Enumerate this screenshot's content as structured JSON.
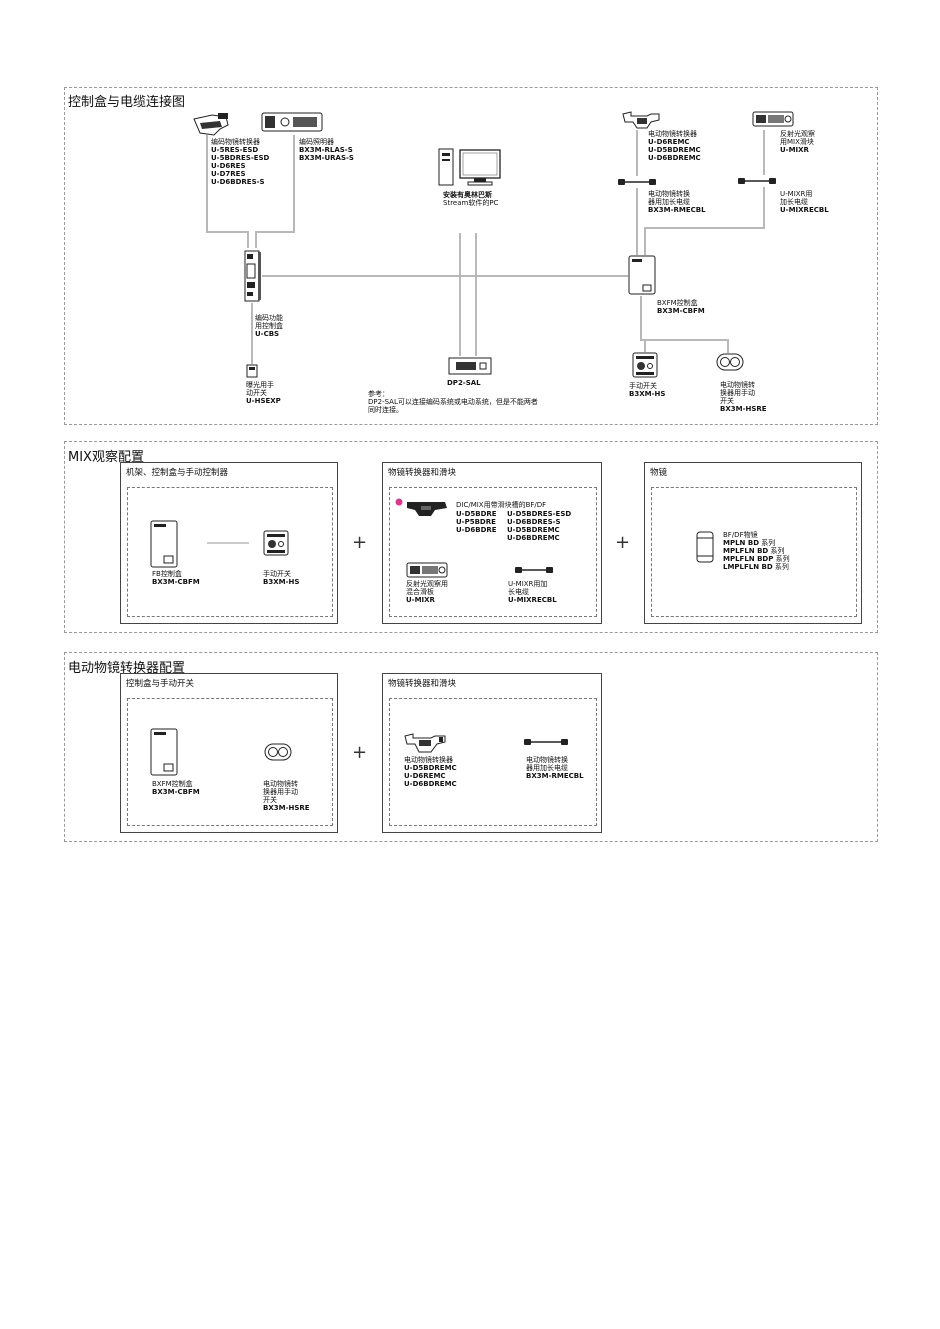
{
  "sections": {
    "connection": {
      "title": "控制盒与电缆连接图",
      "labels": {
        "converter_main": {
          "name": "编码物镜转换器",
          "models": [
            "U-5RES-ESD",
            "U-5BDRES-ESD",
            "U-D6RES",
            "U-D7RES",
            "U-D6BDRES-S"
          ]
        },
        "illuminator": {
          "name": "编码照明器",
          "models": [
            "BX3M-RLAS-S",
            "BX3M-URAS-S"
          ]
        },
        "pc": {
          "name": "安装有奥林巴斯",
          "name2": "Stream软件的PC"
        },
        "motor_nose": {
          "name": "电动物镜转换器",
          "models": [
            "U-D6REMC",
            "U-D5BDREMC",
            "U-D6BDREMC"
          ]
        },
        "mix_slider": {
          "name": "反射光观察",
          "name2": "用MIX滑块",
          "models": [
            "U-MIXR"
          ]
        },
        "nose_cable": {
          "name": "电动物镜转换",
          "name2": "器用加长电缆",
          "models": [
            "BX3M-RMECBL"
          ]
        },
        "mix_cable": {
          "name": "U-MIXR用",
          "name2": "加长电缆",
          "models": [
            "U-MIXRECBL"
          ]
        },
        "cbs": {
          "name": "编码功能",
          "name2": "用控制盒",
          "models": [
            "U-CBS"
          ]
        },
        "cbfm": {
          "name": "BXFM控制盒",
          "models": [
            "BX3M-CBFM"
          ]
        },
        "hsexp": {
          "name": "曝光用手",
          "name2": "动开关",
          "models": [
            "U-HSEXP"
          ]
        },
        "dp2": {
          "models": [
            "DP2-SAL"
          ]
        },
        "note": {
          "line1": "参考：",
          "line2": "DP2-SAL可以连接编码系统或电动系统，但是不能两者",
          "line3": "同时连接。"
        },
        "hs": {
          "name": "手动开关",
          "models": [
            "B3XM-HS"
          ]
        },
        "hsre": {
          "name": "电动物镜转",
          "name2": "换器用手动",
          "name3": "开关",
          "models": [
            "BX3M-HSRE"
          ]
        }
      }
    },
    "mix": {
      "title": "MIX观察配置",
      "panel1": {
        "title": "机架、控制盒与手动控制器",
        "cbfm_name": "FB控制盒",
        "cbfm_model": "BX3M-CBFM",
        "hs_name": "手动开关",
        "hs_model": "B3XM-HS"
      },
      "panel2": {
        "title": "物镜转换器和滑块",
        "nose_name": "DIC/MIX用带滑块槽的BF/DF",
        "nose_models_left": [
          "U-D5BDRE",
          "U-P5BDRE",
          "U-D6BDRE"
        ],
        "nose_models_right": [
          "U-D5BDRES-ESD",
          "U-D6BDRES-S",
          "U-D5BDREMC",
          "U-D6BDREMC"
        ],
        "slider_name": "反射光观察用",
        "slider_name2": "混合滑板",
        "slider_model": "U-MIXR",
        "cable_name": "U-MIXR用加",
        "cable_name2": "长电缆",
        "cable_model": "U-MIXRECBL"
      },
      "panel3": {
        "title": "物镜",
        "obj_name": "BF/DF物镜",
        "series": [
          {
            "model": "MPLN BD",
            "suffix": " 系列"
          },
          {
            "model": "MPLFLN BD",
            "suffix": " 系列"
          },
          {
            "model": "MPLFLN BDP",
            "suffix": " 系列"
          },
          {
            "model": "LMPLFLN BD",
            "suffix": " 系列"
          }
        ]
      }
    },
    "motor": {
      "title": "电动物镜转换器配置",
      "panel1": {
        "title": "控制盒与手动开关",
        "cbfm_name": "BXFM控制盒",
        "cbfm_model": "BX3M-CBFM",
        "hsre_name": "电动物镜转",
        "hsre_name2": "换器用手动",
        "hsre_name3": "开关",
        "hsre_model": "BX3M-HSRE"
      },
      "panel2": {
        "title": "物镜转换器和滑块",
        "nose_name": "电动物镜转换器",
        "nose_models": [
          "U-D5BDREMC",
          "U-D6REMC",
          "U-D6BDREMC"
        ],
        "cable_name": "电动物镜转换",
        "cable_name2": "器用加长电缆",
        "cable_model": "BX3M-RMECBL"
      }
    }
  },
  "plus_sign": "+",
  "colors": {
    "line": "#b5b5b5",
    "accent_dot": "#e0338b",
    "device": "#222222"
  }
}
